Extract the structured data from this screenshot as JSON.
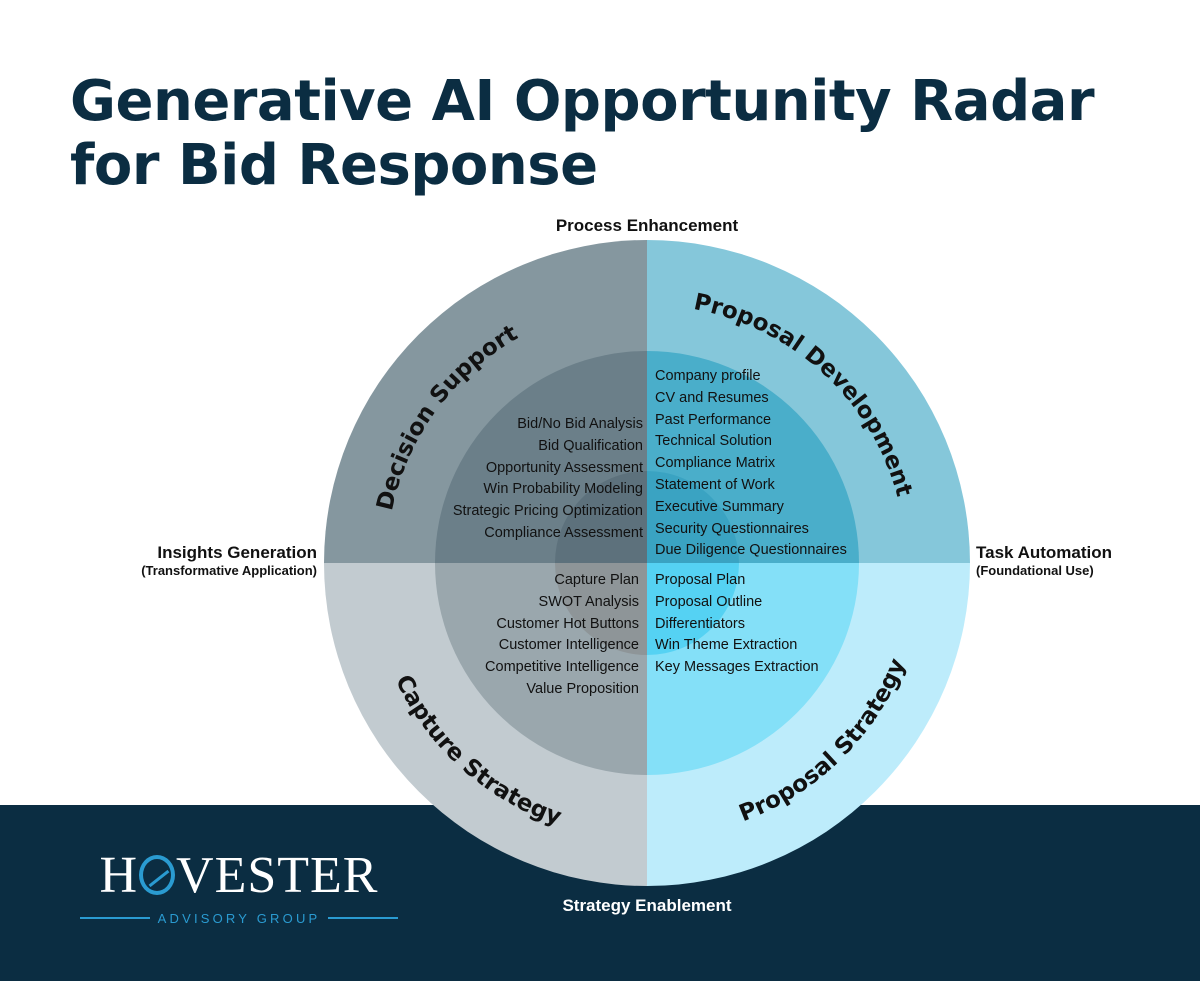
{
  "title": {
    "line1": "Generative AI Opportunity Radar",
    "line2": "for Bid Response"
  },
  "axes": {
    "top": "Process Enhancement",
    "bottom": "Strategy Enablement",
    "left": {
      "main": "Insights Generation",
      "sub": "(Transformative Application)"
    },
    "right": {
      "main": "Task Automation",
      "sub": "(Foundational Use)"
    }
  },
  "quadrants": {
    "top_left": {
      "name": "Decision Support",
      "items": [
        "Bid/No Bid Analysis",
        "Bid Qualification",
        "Opportunity Assessment",
        "Win Probability Modeling",
        "Strategic Pricing Optimization",
        "Compliance Assessment"
      ],
      "colors": {
        "outer": "#85979f",
        "middle": "#6b7f89",
        "inner": "#5d717c"
      }
    },
    "top_right": {
      "name": "Proposal Development",
      "items": [
        "Company profile",
        "CV and Resumes",
        "Past Performance",
        "Technical Solution",
        "Compliance Matrix",
        "Statement of Work",
        "Executive Summary",
        "Security Questionnaires",
        "Due Diligence Questionnaires"
      ],
      "colors": {
        "outer": "#85c7da",
        "middle": "#4aaeca",
        "inner": "#3aa3c2"
      }
    },
    "bottom_left": {
      "name": "Capture Strategy",
      "items": [
        "Capture Plan",
        "SWOT Analysis",
        "Customer Hot Buttons",
        "Customer Intelligence",
        "Competitive Intelligence",
        "Value Proposition"
      ],
      "colors": {
        "outer": "#c2cbd0",
        "middle": "#9aa7ad",
        "inner": "#8e9598"
      }
    },
    "bottom_right": {
      "name": "Proposal Strategy",
      "items": [
        "Proposal Plan",
        "Proposal Outline",
        "Differentiators",
        "Win Theme Extraction",
        "Key Messages Extraction"
      ],
      "colors": {
        "outer": "#bdecfb",
        "middle": "#84e0f8",
        "inner": "#55d2f3"
      }
    }
  },
  "logo": {
    "word_start": "H",
    "word_end": "VESTER",
    "subtitle": "ADVISORY GROUP"
  },
  "colors": {
    "title": "#0b2d42",
    "footer": "#0b2d42",
    "logo_accent": "#2a9bd1"
  }
}
